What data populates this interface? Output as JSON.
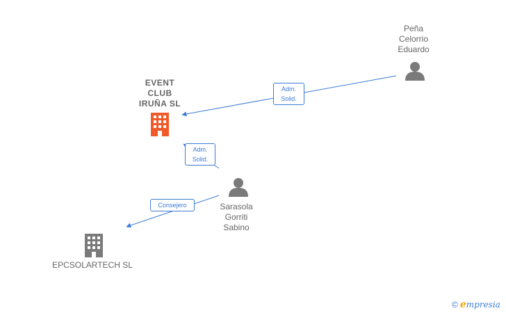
{
  "nodes": {
    "event_club": {
      "label": "EVENT\nCLUB\nIRUÑA  SL",
      "type": "company",
      "color": "#f05a28"
    },
    "epcsolartech": {
      "label": "EPCSOLARTECH SL",
      "type": "company",
      "color": "#7a7a7a"
    },
    "pena": {
      "label": "Peña\nCelorrio\nEduardo",
      "type": "person",
      "color": "#7a7a7a"
    },
    "sarasola": {
      "label": "Sarasola\nGorriti\nSabino",
      "type": "person",
      "color": "#7a7a7a"
    }
  },
  "edges": [
    {
      "from": "pena",
      "to": "event_club",
      "label": "Adm.\nSolid."
    },
    {
      "from": "sarasola",
      "to": "event_club",
      "label": "Adm.\nSolid."
    },
    {
      "from": "sarasola",
      "to": "epcsolartech",
      "label": "Consejero"
    }
  ],
  "colors": {
    "edge": "#3a7bd5",
    "label_text": "#666666"
  },
  "watermark": {
    "copyright": "©",
    "brand_initial": "e",
    "brand_rest": "mpresia"
  }
}
